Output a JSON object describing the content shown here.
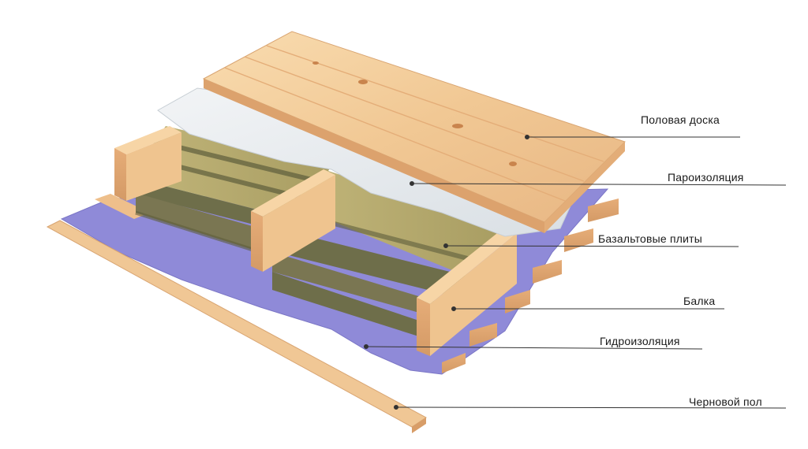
{
  "labels": [
    "Половая доска",
    "Пароизоляция",
    "Базальтовые плиты",
    "Балка",
    "Гидроизоляция",
    "Черновой пол"
  ],
  "colors": {
    "wood_light": "#f6d3a3",
    "wood_mid": "#eab98a",
    "wood_dark": "#d69a68",
    "vapor_barrier": "#e7ecf0",
    "insulation_top": "#b8ae73",
    "insulation_side": "#6e6e4a",
    "waterproofing": "#8f8ad8",
    "leader_line": "#333333"
  }
}
